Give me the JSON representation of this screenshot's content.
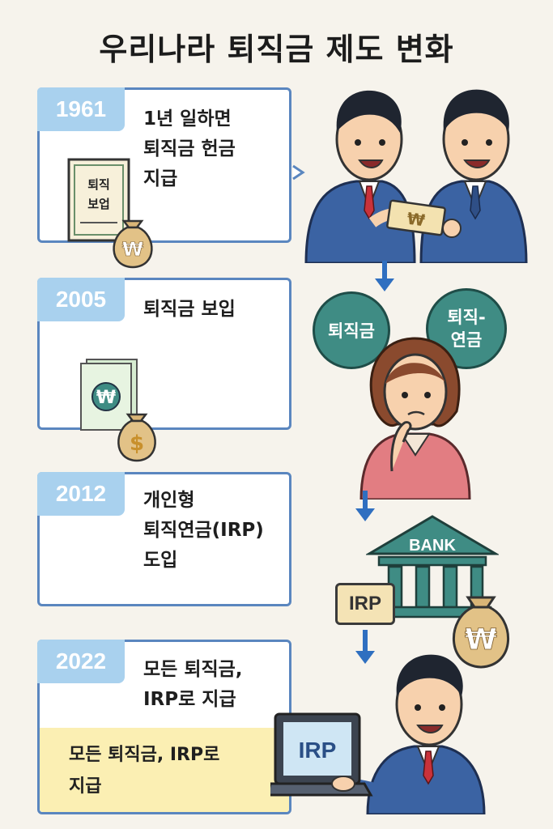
{
  "title": "우리나라 퇴직금 제도 변화",
  "timeline": [
    {
      "year": "1961",
      "text": "1년 일하면\n퇴직금 헌금\n지급",
      "icon_text": "퇴직\n보업"
    },
    {
      "year": "2005",
      "text": "퇴직금 보입"
    },
    {
      "year": "2012",
      "text": "개인형\n퇴직연금(IRP)\n도입"
    },
    {
      "year": "2022",
      "text": "모든 퇴직금,\nIRP로 지급",
      "note": "모든 퇴직금, IRP로\n지급"
    }
  ],
  "bubbles": {
    "left": "퇴직금",
    "right": "퇴직-\n연금"
  },
  "bank_label": "BANK",
  "irp_badge": "IRP",
  "laptop_text": "IRP",
  "currency_symbol": "₩",
  "dollar_symbol": "$",
  "colors": {
    "border": "#5a86bf",
    "year_tab": "#a9d1ee",
    "bubble": "#3f8c84",
    "bank": "#3f8c84",
    "note": "#fbefb3",
    "arrow": "#2f6fc0"
  }
}
